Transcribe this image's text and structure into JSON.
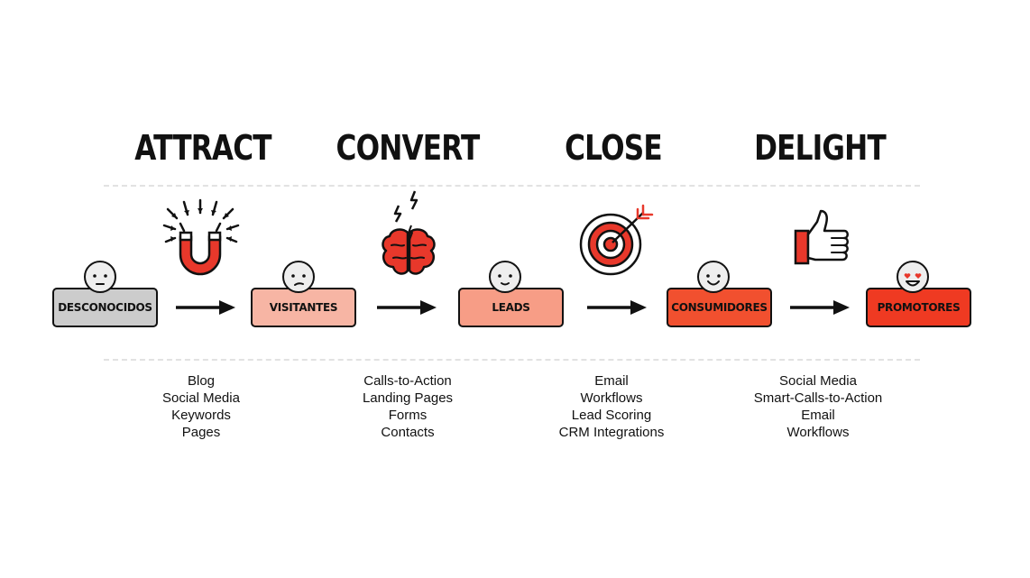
{
  "stages": [
    {
      "title": "ATTRACT",
      "icon": "magnet-icon",
      "items": [
        "Blog",
        "Social Media",
        "Keywords",
        "Pages"
      ]
    },
    {
      "title": "CONVERT",
      "icon": "brain-icon",
      "items": [
        "Calls-to-Action",
        "Landing Pages",
        "Forms",
        "Contacts"
      ]
    },
    {
      "title": "CLOSE",
      "icon": "target-icon",
      "items": [
        "Email",
        "Workflows",
        "Lead Scoring",
        "CRM Integrations"
      ]
    },
    {
      "title": "DELIGHT",
      "icon": "thumbs-up-icon",
      "items": [
        "Social Media",
        "Smart-Calls-to-Action",
        "Email",
        "Workflows"
      ]
    }
  ],
  "personas": [
    {
      "label": "DESCONOCIDOS",
      "color": "#cccccc"
    },
    {
      "label": "VISITANTES",
      "color": "#f7b5a4"
    },
    {
      "label": "LEADS",
      "color": "#f79d86"
    },
    {
      "label": "CONSUMIDORES",
      "color": "#f1502f"
    },
    {
      "label": "PROMOTORES",
      "color": "#ef3a22"
    }
  ],
  "colors": {
    "accent": "#e8382b",
    "ink": "#111111",
    "face": "#eeeeee"
  }
}
